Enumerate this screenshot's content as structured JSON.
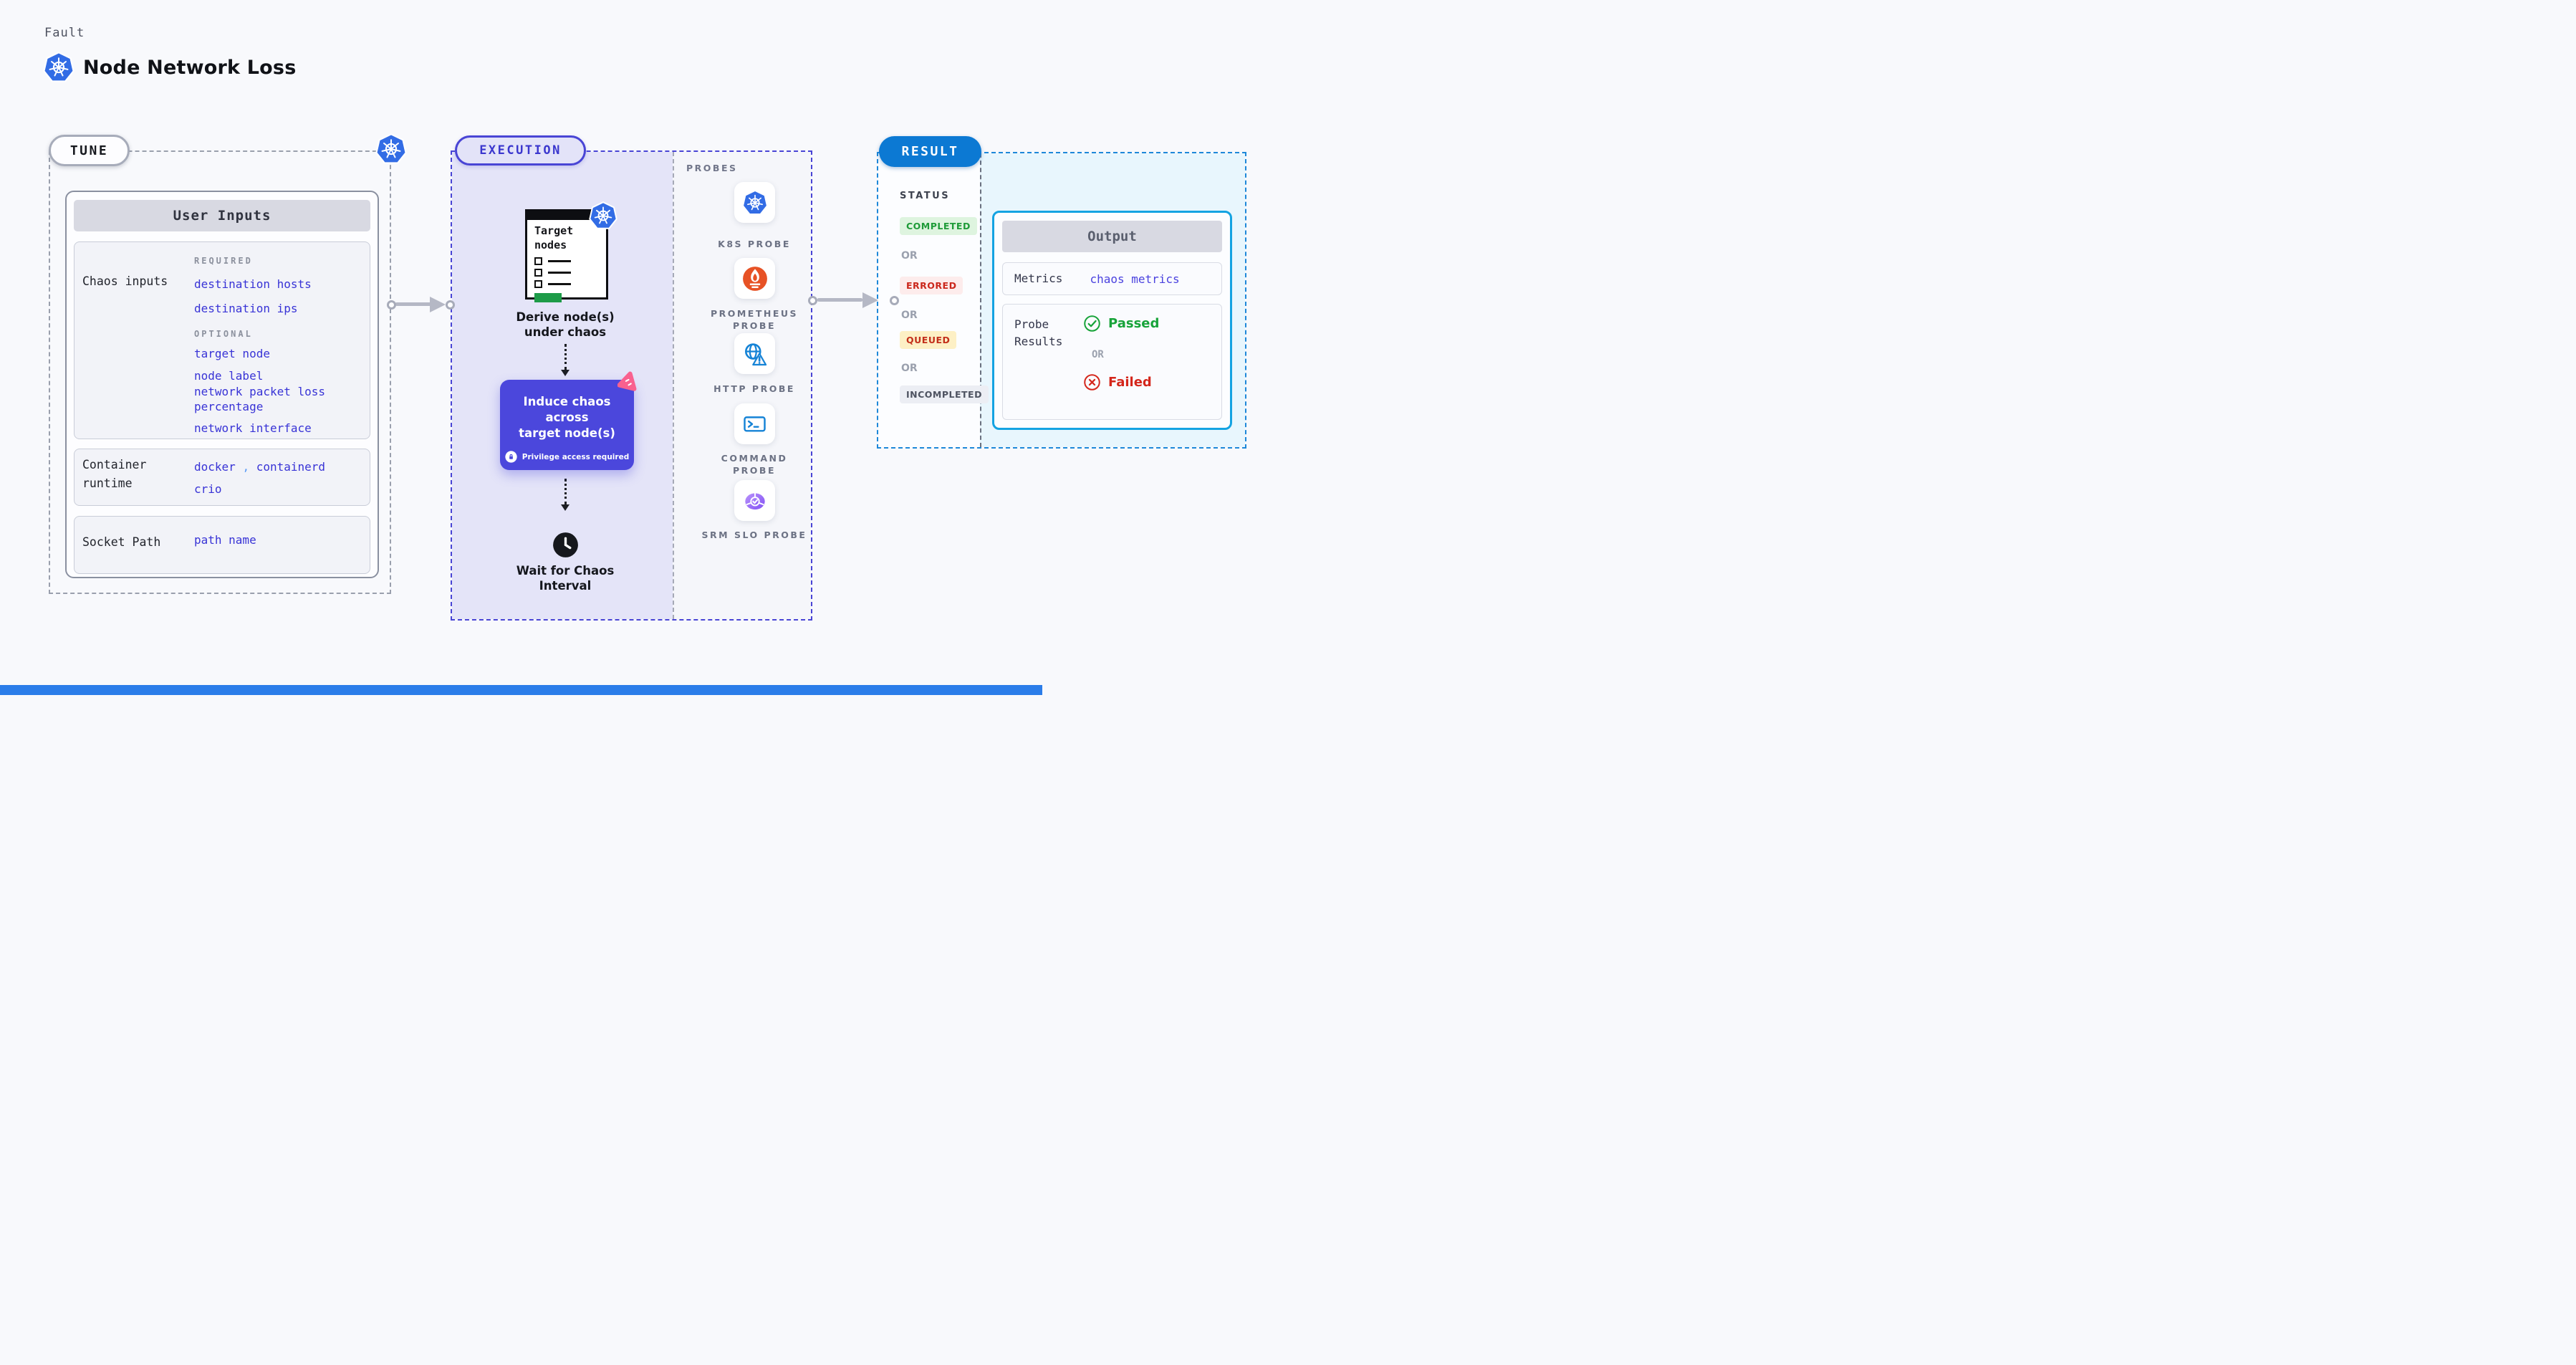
{
  "header": {
    "kicker": "Fault",
    "title": "Node Network Loss"
  },
  "tune": {
    "badge": "TUNE",
    "user_inputs": {
      "title": "User Inputs",
      "chaos": {
        "label": "Chaos inputs",
        "required_label": "REQUIRED",
        "required": [
          "destination hosts",
          "destination ips"
        ],
        "optional_label": "OPTIONAL",
        "optional": [
          "target node",
          "node label",
          "network packet loss percentage",
          "network interface"
        ]
      },
      "runtime": {
        "label_lines": [
          "Container",
          "runtime"
        ],
        "values": [
          "docker",
          "containerd",
          "crio"
        ],
        "comma": ","
      },
      "socket": {
        "label": "Socket Path",
        "value": "path name"
      }
    }
  },
  "execution": {
    "badge": "EXECUTION",
    "target_card": {
      "lines": [
        "Target",
        "nodes"
      ]
    },
    "derive_lines": [
      "Derive node(s)",
      "under chaos"
    ],
    "induce": {
      "lines": [
        "Induce chaos across",
        "target node(s)"
      ],
      "privilege": "Privilege access required"
    },
    "wait_lines": [
      "Wait for Chaos",
      "Interval"
    ],
    "probes": {
      "label": "PROBES",
      "items": [
        "K8S PROBE",
        "PROMETHEUS PROBE",
        "HTTP PROBE",
        "COMMAND PROBE",
        "SRM SLO PROBE"
      ]
    }
  },
  "result": {
    "badge": "RESULT",
    "status": {
      "label": "STATUS",
      "or": "OR",
      "badges": [
        "COMPLETED",
        "ERRORED",
        "QUEUED",
        "INCOMPLETED"
      ]
    },
    "output": {
      "title": "Output",
      "metrics_label": "Metrics",
      "metrics_value": "chaos metrics",
      "probe_label_lines": [
        "Probe",
        "Results"
      ],
      "passed": "Passed",
      "or": "OR",
      "failed": "Failed"
    }
  },
  "colors": {
    "accent_indigo": "#4b47dc",
    "kubernetes_blue": "#326ce5",
    "result_blue": "#0c79d3",
    "output_border_cyan": "#14a3e2",
    "link_blue": "#3833d6",
    "metrics_blue": "#4a42df",
    "comma_blue": "#5b9cf6",
    "completed_green": "#1e9b38",
    "errored_red": "#cb271c",
    "queued_text": "#c32f1a",
    "incompleted_gray": "#4e5361",
    "passed_green": "#17a339",
    "failed_red": "#d4261b",
    "prometheus_orange": "#e75225",
    "probe_icon_blue": "#1583d6",
    "srm_purple": "#8250f4",
    "litmus_pink": "#f9618f",
    "execution_bg": "#e4e4f8",
    "result_bg": "#e8f6fd",
    "target_green": "#1d9b48",
    "bottom_bar_blue": "#2b7de9"
  }
}
